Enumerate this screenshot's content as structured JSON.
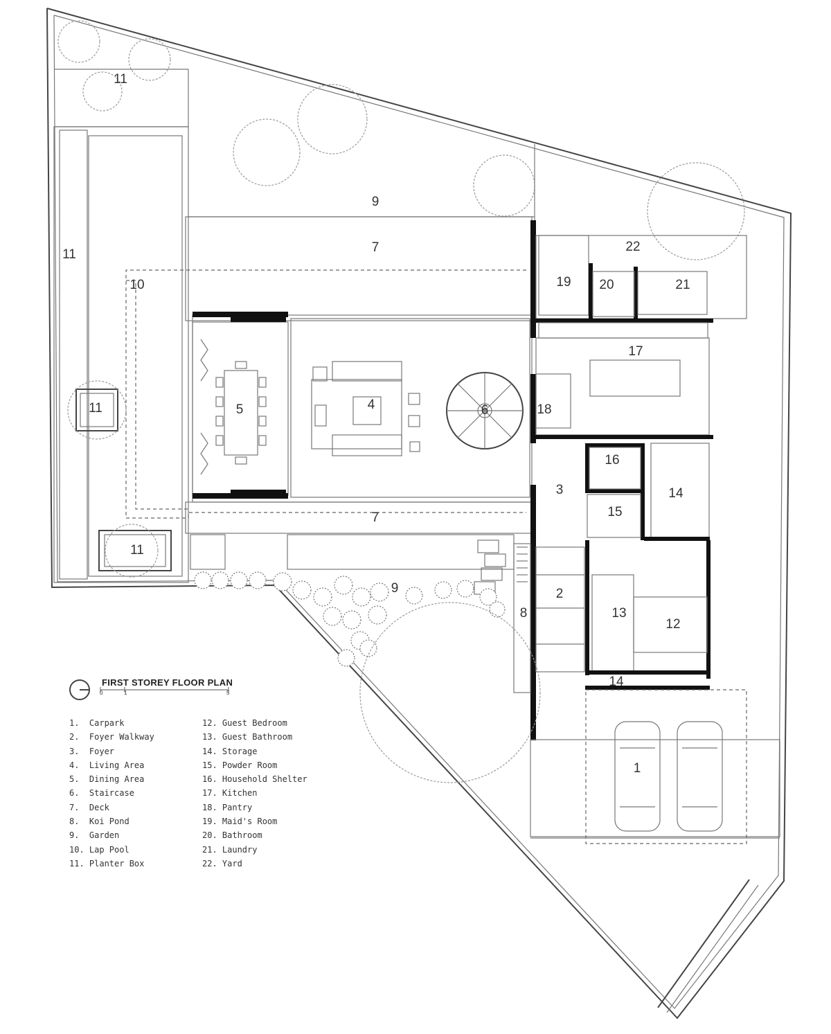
{
  "diagram": {
    "title": "FIRST STOREY FLOOR PLAN",
    "scale_labels": [
      "0",
      "1",
      "5"
    ],
    "room_markers": [
      "1",
      "2",
      "3",
      "4",
      "5",
      "6",
      "7",
      "7",
      "8",
      "9",
      "9",
      "10",
      "11",
      "11",
      "11",
      "11",
      "12",
      "13",
      "14",
      "14",
      "15",
      "16",
      "17",
      "18",
      "19",
      "20",
      "21",
      "22"
    ],
    "legend_left": [
      "1.  Carpark",
      "2.  Foyer Walkway",
      "3.  Foyer",
      "4.  Living Area",
      "5.  Dining Area",
      "6.  Staircase",
      "7.  Deck",
      "8.  Koi Pond",
      "9.  Garden",
      "10. Lap Pool",
      "11. Planter Box"
    ],
    "legend_right": [
      "12. Guest Bedroom",
      "13. Guest Bathroom",
      "14. Storage",
      "15. Powder Room",
      "16. Household Shelter",
      "17. Kitchen",
      "18. Pantry",
      "19. Maid's Room",
      "20. Bathroom",
      "21. Laundry",
      "22. Yard"
    ]
  }
}
